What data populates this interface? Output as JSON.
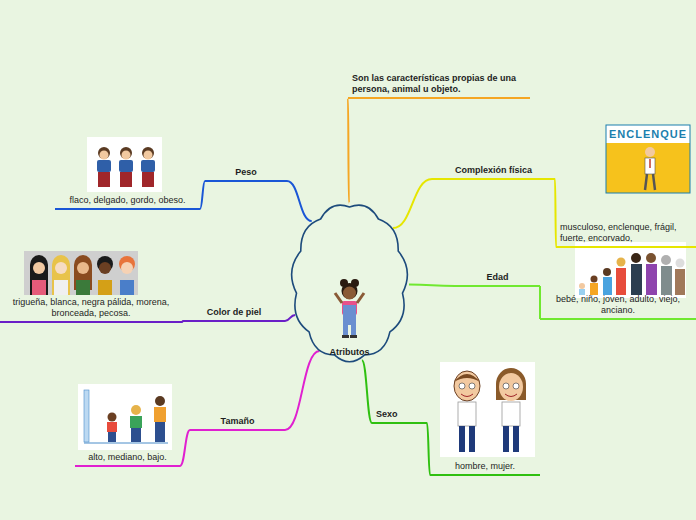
{
  "diagram": {
    "nodes": [
      {
        "text": [
          "Atributos"
        ]
      },
      {
        "text": [
          "Son las características propias de una persona, animal u objeto."
        ]
      },
      {
        "text": [
          "Complexión física"
        ]
      },
      {
        "text": [
          "musculoso, enclenque, frágil, fuerte, encorvado,"
        ]
      },
      {
        "text": [
          "Edad"
        ]
      },
      {
        "text": [
          "bebé, niño, joven, adulto, viejo, anciano."
        ]
      },
      {
        "text": [
          "Sexo"
        ]
      },
      {
        "text": [
          "hombre, mujer."
        ]
      },
      {
        "text": [
          "Tamaño"
        ]
      },
      {
        "text": [
          "alto, mediano, bajo."
        ]
      },
      {
        "text": [
          "Color de piel"
        ]
      },
      {
        "text": [
          "trigueña, blanca, negra pálida, morena, bronceada, pecosa."
        ]
      },
      {
        "text": [
          "Peso"
        ]
      },
      {
        "text": [
          "flaco, delgado, gordo, obeso."
        ]
      }
    ],
    "edges": [
      {
        "from": 0,
        "to": 1,
        "arrow": "none"
      },
      {
        "from": 0,
        "to": 2,
        "arrow": "none"
      },
      {
        "from": 2,
        "to": 3,
        "arrow": "none"
      },
      {
        "from": 0,
        "to": 4,
        "arrow": "none"
      },
      {
        "from": 4,
        "to": 5,
        "arrow": "none"
      },
      {
        "from": 0,
        "to": 6,
        "arrow": "none"
      },
      {
        "from": 6,
        "to": 7,
        "arrow": "none"
      },
      {
        "from": 0,
        "to": 8,
        "arrow": "none"
      },
      {
        "from": 8,
        "to": 9,
        "arrow": "none"
      },
      {
        "from": 0,
        "to": 10,
        "arrow": "none"
      },
      {
        "from": 10,
        "to": 11,
        "arrow": "none"
      },
      {
        "from": 0,
        "to": 12,
        "arrow": "none"
      },
      {
        "from": 12,
        "to": 13,
        "arrow": "none"
      }
    ],
    "labels": [
      "ENCLENQUE"
    ]
  }
}
